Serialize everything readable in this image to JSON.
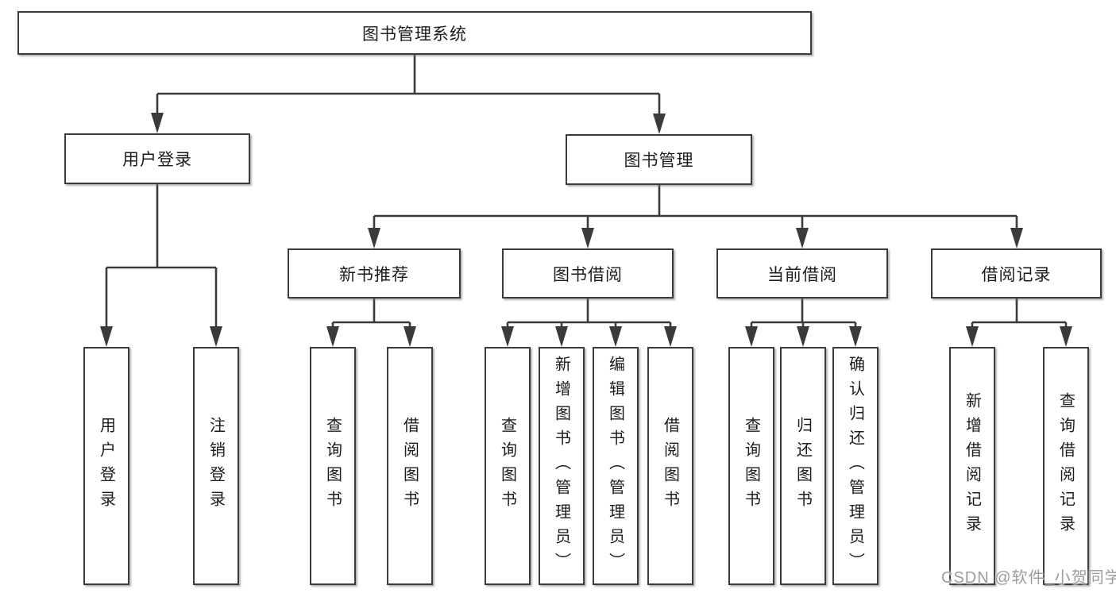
{
  "diagram": {
    "root": "图书管理系统",
    "branches": [
      {
        "label": "用户登录",
        "children": [
          "用户登录",
          "注销登录"
        ]
      },
      {
        "label": "图书管理",
        "sections": [
          {
            "label": "新书推荐",
            "children": [
              "查询图书",
              "借阅图书"
            ]
          },
          {
            "label": "图书借阅",
            "children": [
              "查询图书",
              "新增图书（管理员）",
              "编辑图书（管理员）",
              "借阅图书"
            ]
          },
          {
            "label": "当前借阅",
            "children": [
              "查询图书",
              "归还图书",
              "确认归还（管理员）"
            ]
          },
          {
            "label": "借阅记录",
            "children": [
              "新增借阅记录",
              "查询借阅记录"
            ]
          }
        ]
      }
    ]
  },
  "watermark": {
    "text": "CSDN @软件_小贺同学"
  },
  "colors": {
    "line": "#3b3b3b",
    "text": "#1c1c1c",
    "watermark": "#9c9c9c",
    "background": "#ffffff"
  }
}
